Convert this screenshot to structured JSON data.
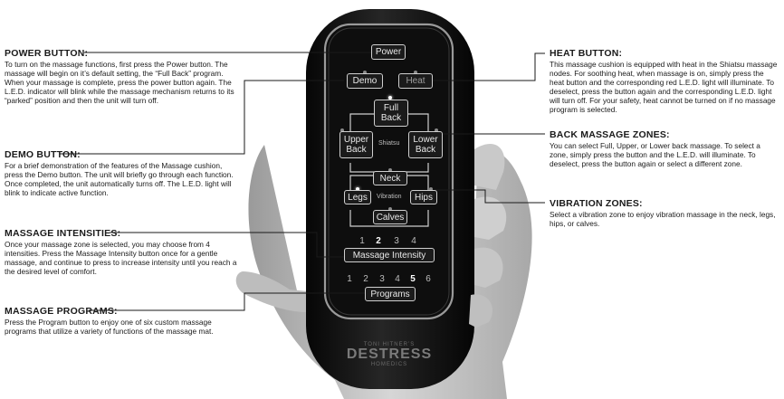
{
  "callouts": {
    "power": {
      "title": "POWER BUTTON:",
      "body": "To turn on the massage functions, first press the Power button. The massage will begin on it’s default setting, the “Full Back” program. When your massage is complete, press the power button again. The L.E.D. indicator will blink while the massage mechanism returns to its “parked” position and then the unit will turn off."
    },
    "demo": {
      "title": "DEMO BUTTON:",
      "body": "For a brief demonstration of the features of the Massage cushion, press the Demo button. The unit will briefly go through each function. Once completed, the unit automatically turns off. The L.E.D. light will blink to indicate active function."
    },
    "intensities": {
      "title": "MASSAGE INTENSITIES:",
      "body": "Once your massage zone is selected, you may choose from 4 intensities. Press the Massage Intensity button once for a gentle massage, and continue to press to increase intensity until you reach a the desired level of comfort."
    },
    "programs": {
      "title": "MASSAGE PROGRAMS:",
      "body": "Press the Program button to enjoy one of six custom massage programs that utilize a variety of functions of the massage mat."
    },
    "heat": {
      "title": "HEAT BUTTON:",
      "body": "This massage cushion is equipped with heat in the Shiatsu massage nodes. For soothing heat, when massage is on, simply press the heat button and the corresponding red L.E.D. light will illuminate. To deselect, press the button again and the corresponding L.E.D. light will turn off. For your safety, heat cannot be turned on if no massage program is selected."
    },
    "back_zones": {
      "title": "BACK MASSAGE ZONES:",
      "body": "You can select Full, Upper, or Lower back massage. To select a zone, simply press the button and the L.E.D. will illuminate. To deselect, press the button again or select a different zone."
    },
    "vibration": {
      "title": "VIBRATION ZONES:",
      "body": "Select a vibration zone to enjoy vibration massage in the neck, legs, hips, or calves."
    }
  },
  "remote": {
    "power": "Power",
    "demo": "Demo",
    "heat": "Heat",
    "full_back": "Full\nBack",
    "upper_back": "Upper\nBack",
    "lower_back": "Lower\nBack",
    "shiatsu": "Shiatsu",
    "neck": "Neck",
    "legs": "Legs",
    "vibration": "Vibration",
    "hips": "Hips",
    "calves": "Calves",
    "intensity_levels": [
      "1",
      "2",
      "3",
      "4"
    ],
    "intensity_selected": "2",
    "massage_intensity": "Massage Intensity",
    "program_numbers": [
      "1",
      "2",
      "3",
      "4",
      "5",
      "6"
    ],
    "program_selected": "5",
    "programs": "Programs",
    "brand_top": "TONI HITNER’S",
    "brand_main": "DESTRESS",
    "brand_bottom": "HOMEDICS"
  }
}
